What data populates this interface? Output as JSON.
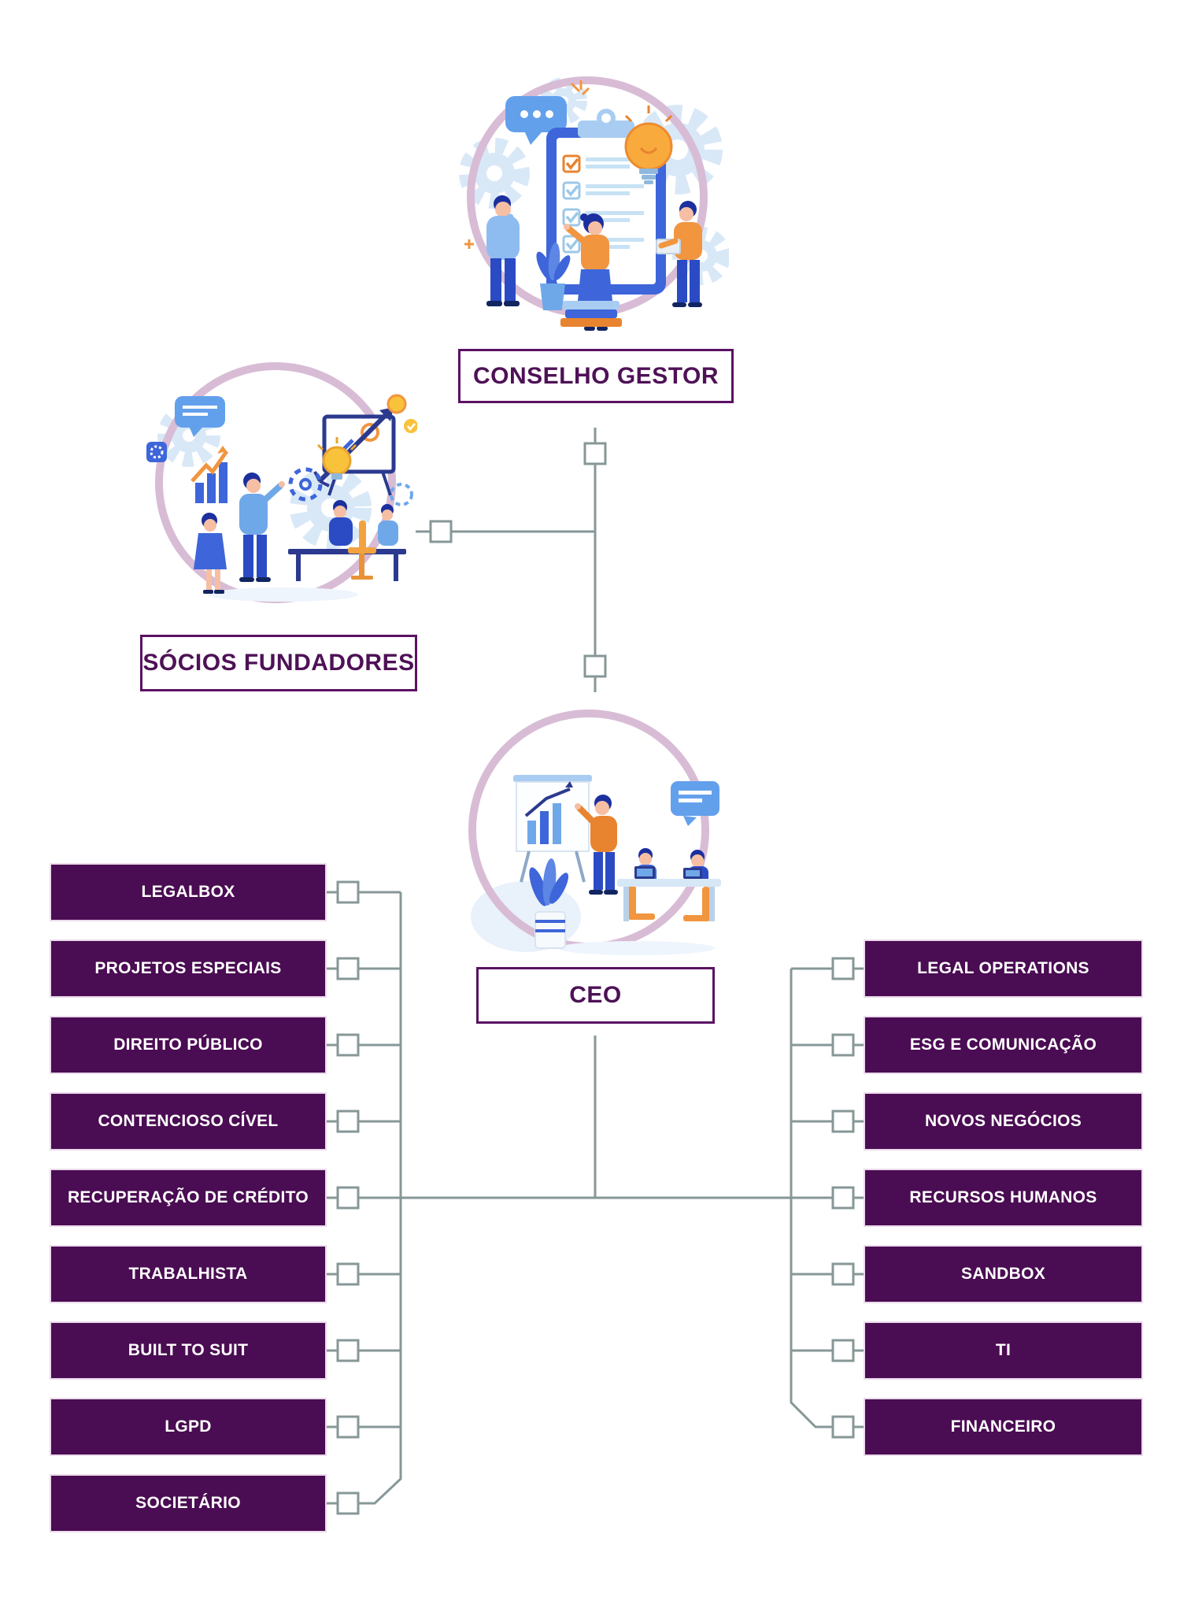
{
  "diagram_type": "org-chart",
  "nodes": {
    "conselho_gestor": {
      "label": "CONSELHO GESTOR"
    },
    "socios_fundadores": {
      "label": "SÓCIOS FUNDADORES"
    },
    "ceo": {
      "label": "CEO"
    }
  },
  "departments": {
    "left": [
      {
        "label": "LEGALBOX"
      },
      {
        "label": "PROJETOS ESPECIAIS"
      },
      {
        "label": "DIREITO PÚBLICO"
      },
      {
        "label": "CONTENCIOSO CÍVEL"
      },
      {
        "label": "RECUPERAÇÃO DE CRÉDITO"
      },
      {
        "label": "TRABALHISTA"
      },
      {
        "label": "BUILT TO SUIT"
      },
      {
        "label": "LGPD"
      },
      {
        "label": "SOCIETÁRIO"
      }
    ],
    "right": [
      {
        "label": "LEGAL OPERATIONS"
      },
      {
        "label": "ESG E COMUNICAÇÃO"
      },
      {
        "label": "NOVOS NEGÓCIOS"
      },
      {
        "label": "RECURSOS HUMANOS"
      },
      {
        "label": "SANDBOX"
      },
      {
        "label": "TI"
      },
      {
        "label": "FINANCEIRO"
      }
    ]
  },
  "illustrations": [
    {
      "name": "conselho-gestor-illustration",
      "depicts": "team with checklist clipboard, lightbulb, gears and speech bubble inside mauve ring"
    },
    {
      "name": "socios-fundadores-illustration",
      "depicts": "partners meeting with presentation board, dart arrow, lightbulb, gears and growth chart inside mauve ring"
    },
    {
      "name": "ceo-illustration",
      "depicts": "executive presenting flipchart chart to team at desk with plant inside mauve ring"
    }
  ],
  "colors": {
    "department_fill": "#4A0C52",
    "department_text": "#FFFFFF",
    "node_border": "#5A1263",
    "node_text": "#4E1156",
    "connector_line": "#879797",
    "circle_ring": "#D8BCD5",
    "illustration_blue": "#3E66DA",
    "illustration_orange": "#F2953F"
  }
}
